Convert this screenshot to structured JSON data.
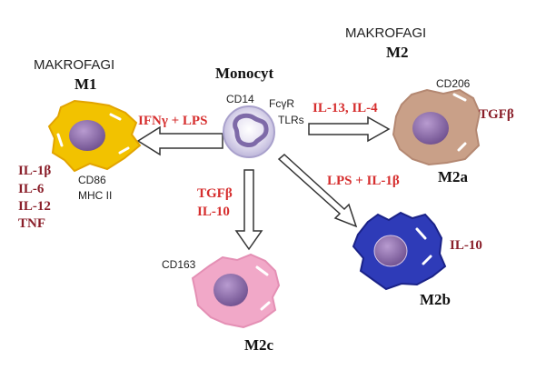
{
  "labels": {
    "m1_makrofagi": "MAKROFAGI",
    "m1_title": "M1",
    "m2_makrofagi": "MAKROFAGI",
    "m2_title": "M2",
    "monocyte_title": "Monocyt",
    "cd14": "CD14",
    "fcgr": "FcγR",
    "tlrs": "TLRs",
    "m1_stimulus": "IFNγ + LPS",
    "m2a_stimulus": "IL-13, IL-4",
    "m2b_stimulus": "LPS + IL-1β",
    "m2c_stimulus": [
      "TGFβ",
      "IL-10"
    ],
    "m1_cytokines": [
      "IL-1β",
      "IL-6",
      "IL-12",
      "TNF"
    ],
    "m1_markers": [
      "CD86",
      "MHC II"
    ],
    "m2a_marker": "CD206",
    "m2a_cytokine": "TGFβ",
    "m2a_title": "M2a",
    "m2b_cytokine": "IL-10",
    "m2b_title": "M2b",
    "m2c_marker": "CD163",
    "m2c_title": "M2c"
  },
  "colors": {
    "m1_cell": "#f2c200",
    "m2a_cell": "#c9a088",
    "m2b_cell": "#2e3bb8",
    "m2c_cell": "#f1a8c8",
    "monocyte": "#d4d0ea",
    "nucleus": "#8a6aa6",
    "stimulus_text": "#d62f2f",
    "cytokine_text": "#8a1f2a"
  }
}
